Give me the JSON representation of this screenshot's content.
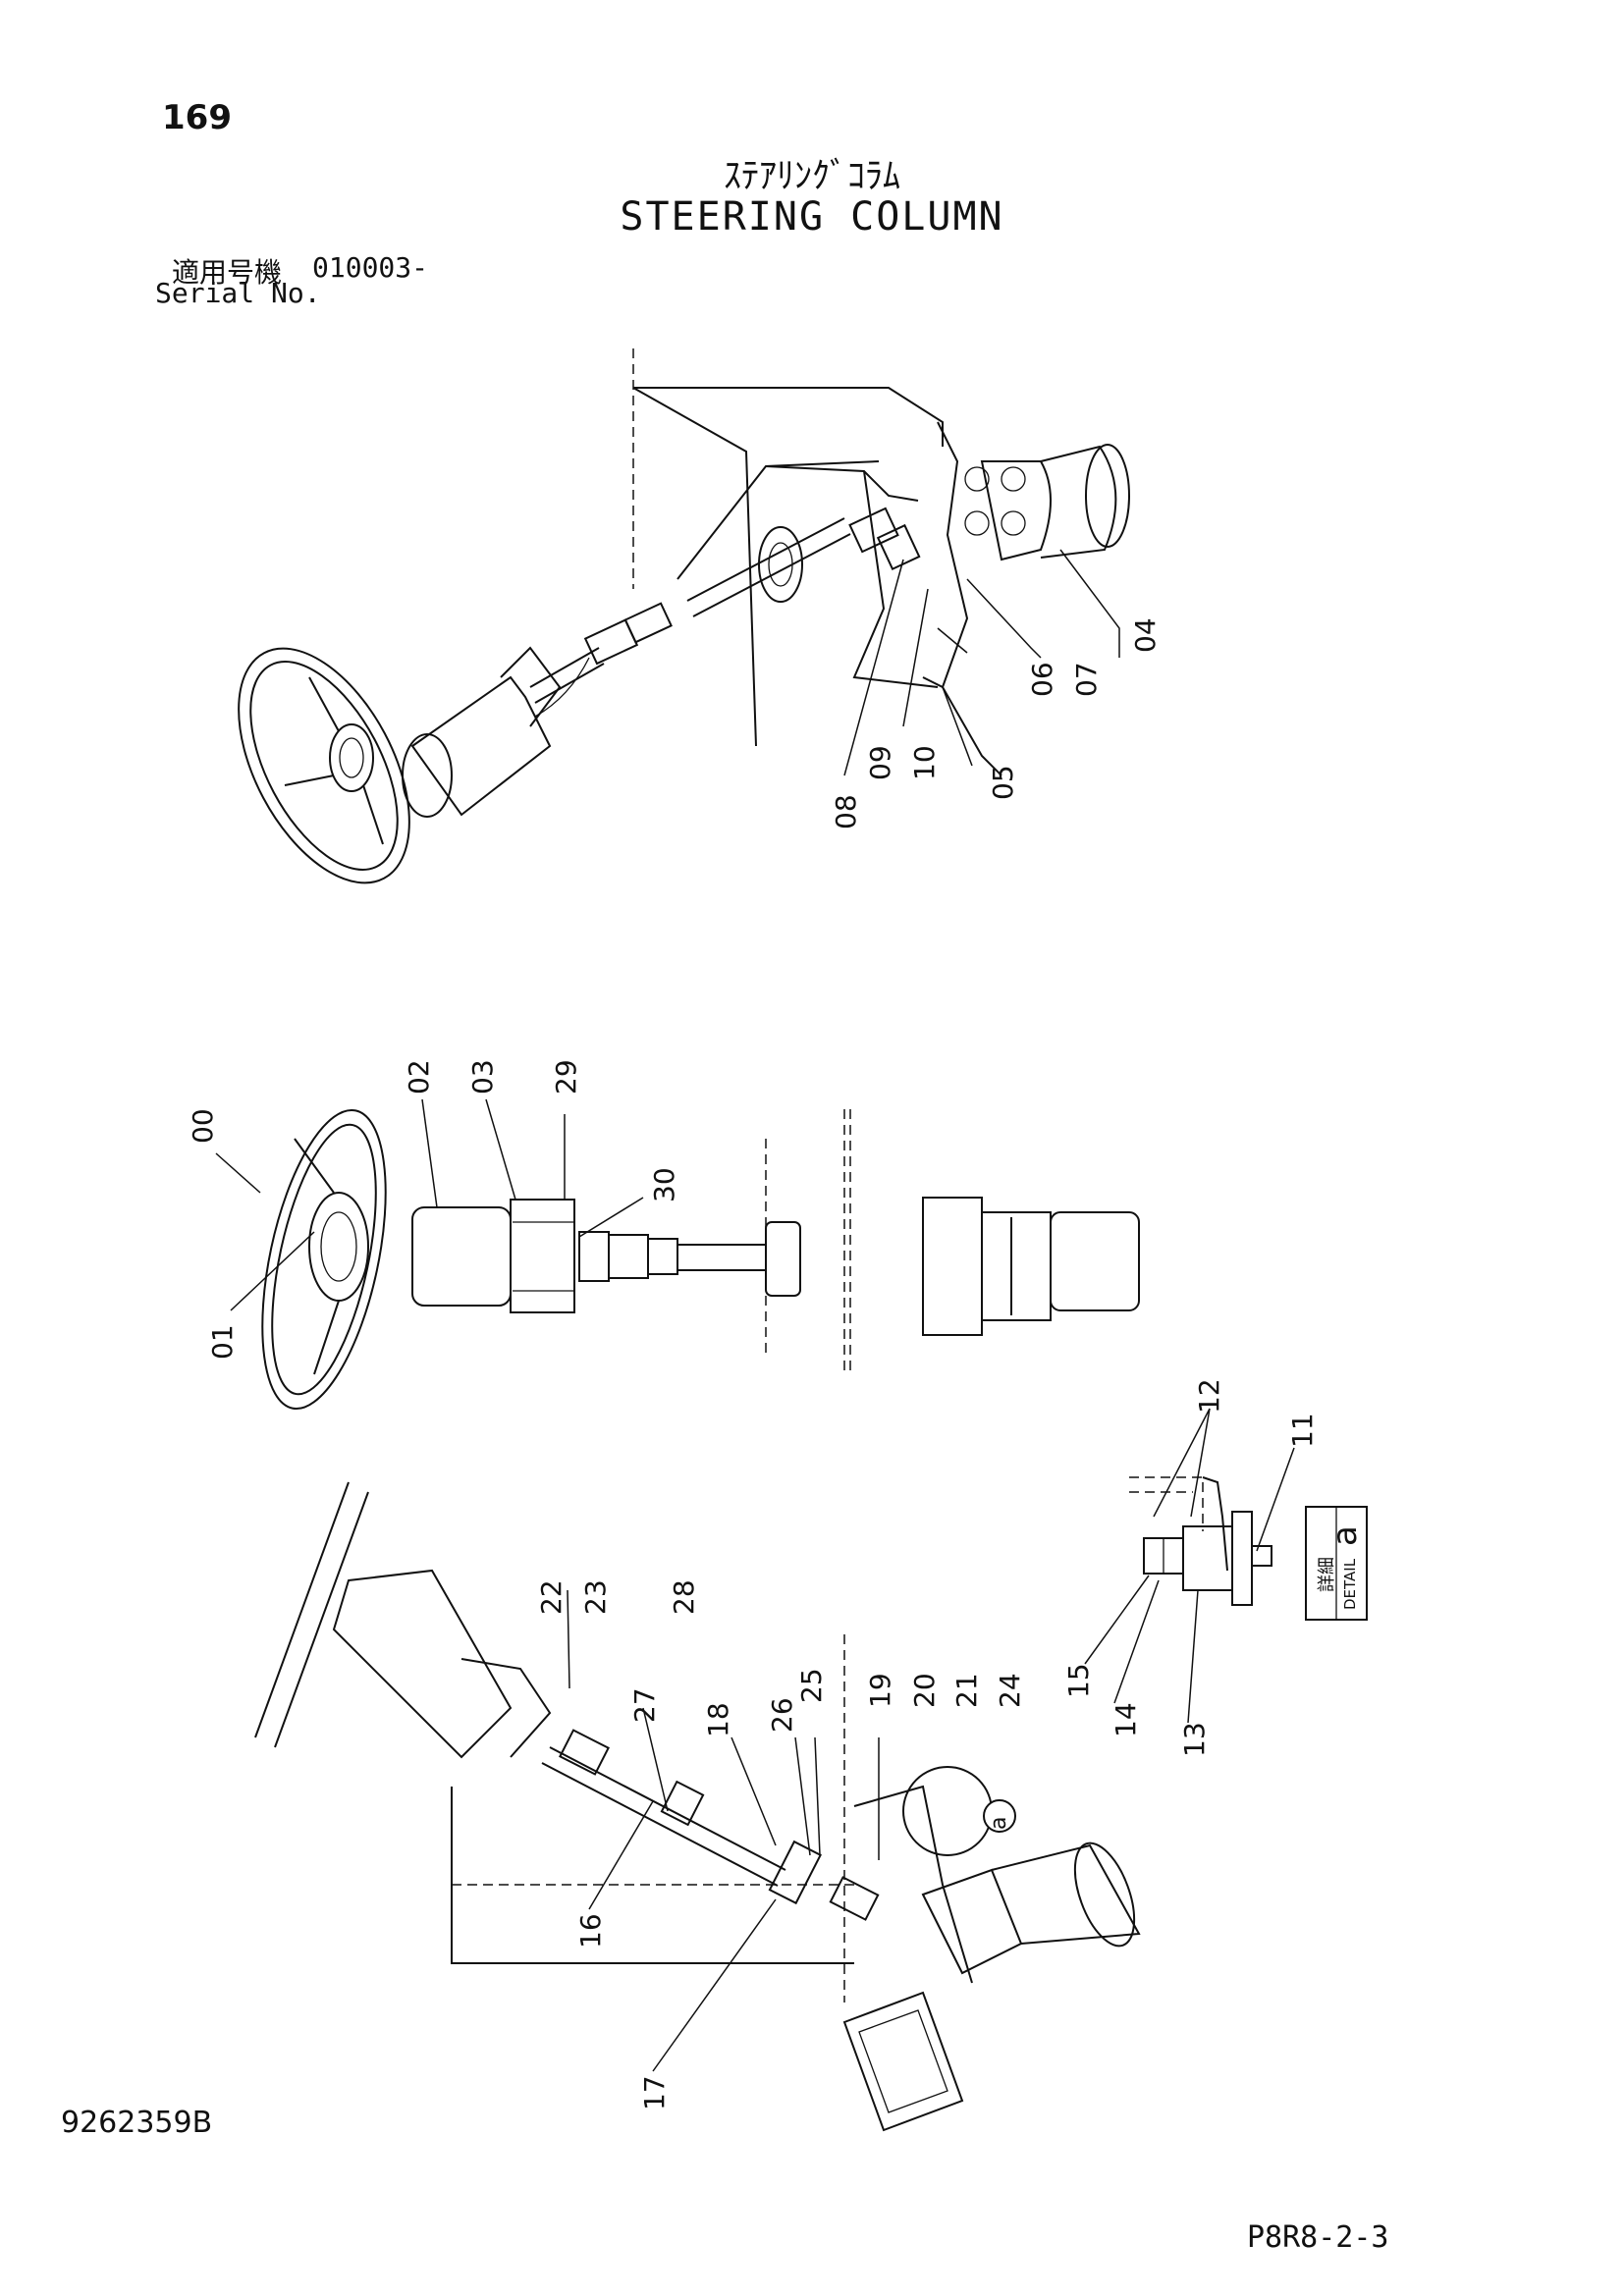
{
  "page": {
    "page_number": "169",
    "title_jp": "ｽﾃｱﾘﾝｸﾞｺﾗﾑ",
    "title_en": "STEERING COLUMN",
    "serial_label_jp": "適用号機",
    "serial_value": "010003-",
    "serial_label_en": "Serial No.",
    "doc_number": "9262359B",
    "ref_code": "P8R8-2-3"
  },
  "diagram": {
    "top_view_callouts": [
      "04",
      "05",
      "06",
      "07",
      "08",
      "09",
      "10"
    ],
    "middle_view_callouts": [
      "00",
      "01",
      "02",
      "03",
      "29",
      "30"
    ],
    "bottom_view_callouts": [
      "16",
      "17",
      "18",
      "19",
      "20",
      "21",
      "22",
      "23",
      "24",
      "25",
      "26",
      "27",
      "28"
    ],
    "detail_callouts": [
      "11",
      "12",
      "13",
      "14",
      "15"
    ],
    "detail_label_jp": "詳細",
    "detail_label_en": "DETAIL",
    "detail_letter": "a",
    "detail_marker": "a"
  }
}
